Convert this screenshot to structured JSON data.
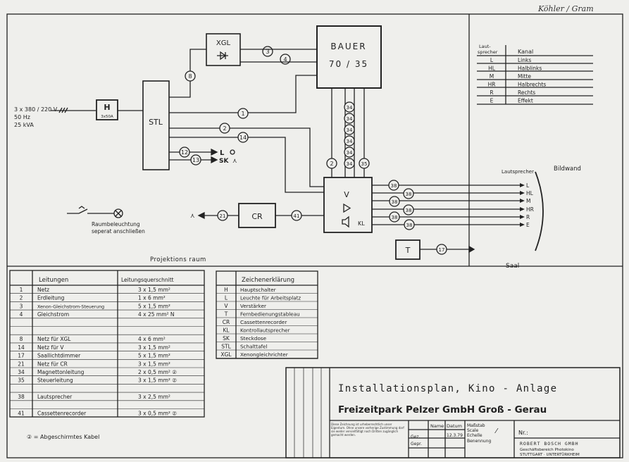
{
  "signature": "Köhler / Gram",
  "supply": {
    "line1": "3 x 380 / 220 V",
    "line2": "50 Hz",
    "line3": "25 kVA"
  },
  "blocks": {
    "H": "H",
    "H_sub": "3x50A",
    "STL": "STL",
    "XGL": "XGL",
    "bauer_1": "BAUER",
    "bauer_2": "70 / 35",
    "amp_V": "V",
    "amp_KL": "KL",
    "CR": "CR",
    "T": "T"
  },
  "outputs": {
    "L": "L",
    "SK": "SK"
  },
  "room_light": {
    "line1": "Raumbeleuchtung",
    "line2": "seperat anschließen"
  },
  "projection_room": "Projektions raum",
  "saal": "Saal",
  "speakers_label": "Lautsprecher",
  "bildwand": "Bildwand",
  "speaker_outputs": [
    "L",
    "HL",
    "M",
    "HR",
    "R",
    "E"
  ],
  "cable_numbers": {
    "n3": "3",
    "n4": "4",
    "n8": "8",
    "n1": "1",
    "n2a": "2",
    "n14": "14",
    "n12": "12",
    "n13": "13",
    "n34": "34",
    "n2b": "2",
    "n35": "35",
    "n38": "38",
    "n41": "41",
    "n21": "21",
    "n17": "17"
  },
  "channel_table": {
    "header_speaker_1": "Laut-",
    "header_speaker_2": "sprecher",
    "header_channel": "Kanal",
    "rows": [
      {
        "code": "L",
        "name": "Links"
      },
      {
        "code": "HL",
        "name": "Halblinks"
      },
      {
        "code": "M",
        "name": "Mitte"
      },
      {
        "code": "HR",
        "name": "Halbrechts"
      },
      {
        "code": "R",
        "name": "Rechts"
      },
      {
        "code": "E",
        "name": "Effekt"
      }
    ]
  },
  "cable_table": {
    "header_lines": "Leitungen",
    "header_cross": "Leitungsquerschnitt",
    "rows": [
      {
        "no": "1",
        "name": "Netz",
        "spec": "3 x 1,5 mm²"
      },
      {
        "no": "2",
        "name": "Erdleitung",
        "spec": "1 x 6 mm²"
      },
      {
        "no": "3",
        "name": "Xenon-Gleichstrom-Steuerung",
        "spec": "5 x 1,5 mm²"
      },
      {
        "no": "4",
        "name": "Gleichstrom",
        "spec": "4 x 25 mm² N"
      },
      {
        "no": "",
        "name": "",
        "spec": ""
      },
      {
        "no": "",
        "name": "",
        "spec": ""
      },
      {
        "no": "8",
        "name": "Netz für XGL",
        "spec": "4 x 6 mm²"
      },
      {
        "no": "14",
        "name": "Netz für V",
        "spec": "3 x 1,5 mm²"
      },
      {
        "no": "17",
        "name": "Saallichtdimmer",
        "spec": "5 x 1,5 mm²"
      },
      {
        "no": "21",
        "name": "Netz für CR",
        "spec": "3 x 1,5 mm²"
      },
      {
        "no": "34",
        "name": "Magnettonleitung",
        "spec": "2 x 0,5 mm² ②"
      },
      {
        "no": "35",
        "name": "Steuerleitung",
        "spec": "3 x 1,5 mm² ②"
      },
      {
        "no": "",
        "name": "",
        "spec": ""
      },
      {
        "no": "38",
        "name": "Lautsprecher",
        "spec": "3 x 2,5 mm²"
      },
      {
        "no": "",
        "name": "",
        "spec": ""
      },
      {
        "no": "41",
        "name": "Cassettenrecorder",
        "spec": "3 x 0,5 mm² ②"
      }
    ],
    "footnote": "② = Abgeschirmtes Kabel"
  },
  "legend_table": {
    "header": "Zeichenerklärung",
    "rows": [
      {
        "code": "H",
        "text": "Hauptschalter"
      },
      {
        "code": "L",
        "text": "Leuchte für Arbeitsplatz"
      },
      {
        "code": "V",
        "text": "Verstärker"
      },
      {
        "code": "T",
        "text": "Fernbedienungstableau"
      },
      {
        "code": "CR",
        "text": "Cassettenrecorder"
      },
      {
        "code": "KL",
        "text": "Kontrollautsprecher"
      },
      {
        "code": "SK",
        "text": "Steckdose"
      },
      {
        "code": "STL",
        "text": "Schalttafel"
      },
      {
        "code": "XGL",
        "text": "Xenongleichrichter"
      }
    ]
  },
  "title_block": {
    "title1": "Installationsplan, Kino - Anlage",
    "title2": "Freizeitpark Pelzer GmbH   Groß - Gerau",
    "note": "Diese Zeichnung ist urheberrechtlich unser Eigentum. Ohne unsere vorherige Zustimmung darf sie weder vervielfältigt noch Dritten zugänglich gemacht werden.",
    "gez": "Gez.",
    "gepr": "Gepr.",
    "name_hdr": "Name",
    "datum_hdr": "Datum",
    "date": "12.3.79",
    "massstab": "Maßstab",
    "scale": "Scale",
    "echelle": "Echelle",
    "benennung": "Benennung",
    "nr": "Nr.:",
    "company": "ROBERT BOSCH GMBH",
    "dept": "Geschäftsbereich Photokino",
    "city": "STUTTGART · UNTERTÜRKHEIM"
  }
}
